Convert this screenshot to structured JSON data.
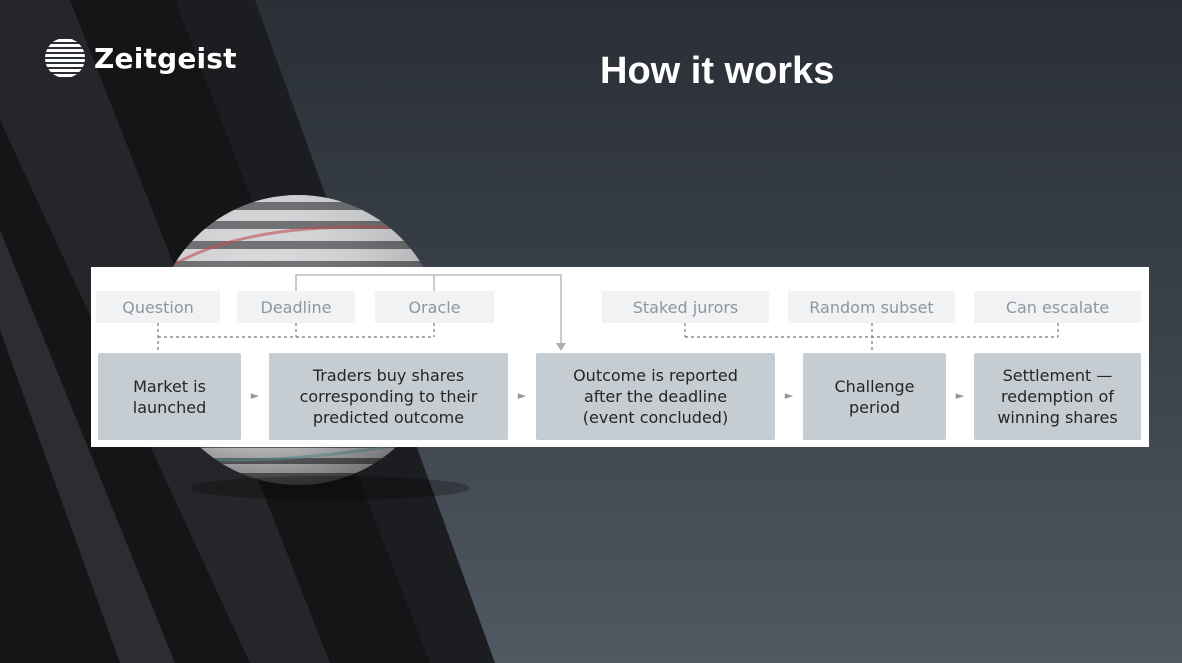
{
  "brand": {
    "name": "Zeitgeist",
    "icon": "striped-sphere-logo-icon"
  },
  "slide": {
    "title": "How it works"
  },
  "diagram": {
    "tags": [
      "Question",
      "Deadline",
      "Oracle",
      "Staked jurors",
      "Random subset",
      "Can escalate"
    ],
    "steps": [
      "Market is\nlaunched",
      "Traders buy shares\ncorresponding to their\npredicted outcome",
      "Outcome is reported\nafter the deadline\n(event concluded)",
      "Challenge\nperiod",
      "Settlement —\nredemption of\nwinning shares"
    ],
    "arrow_glyph": "►"
  },
  "colors": {
    "background_dark": "#2a2f36",
    "background_light": "#505861",
    "tag_fill": "#f0f2f4",
    "tag_text": "#8f969c",
    "step_fill": "#c6cdd2",
    "step_text": "#222629",
    "connector": "#a9b0b5"
  }
}
